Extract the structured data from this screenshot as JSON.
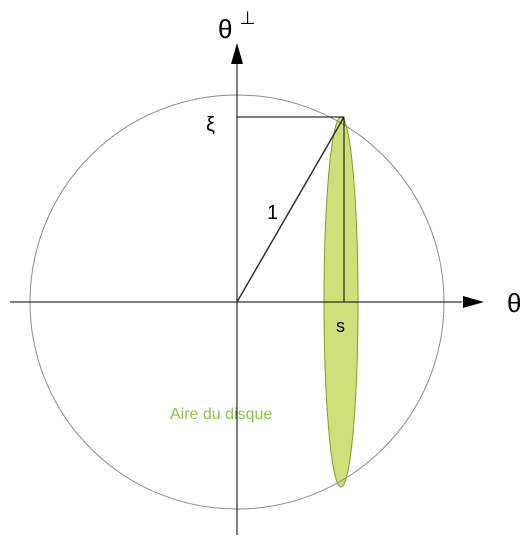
{
  "labels": {
    "theta_perp": "θ",
    "perp_symbol": "⊥",
    "theta": "θ",
    "xi": "ξ",
    "radius": "1",
    "s": "s",
    "disk_area": "Aire du disque"
  },
  "colors": {
    "circle_stroke": "#8c8c8c",
    "axis": "#000000",
    "ellipse_fill": "#cfe07a",
    "ellipse_stroke": "#8a9a30",
    "radius_line": "#333333",
    "disk_label": "#8dc34a"
  }
}
